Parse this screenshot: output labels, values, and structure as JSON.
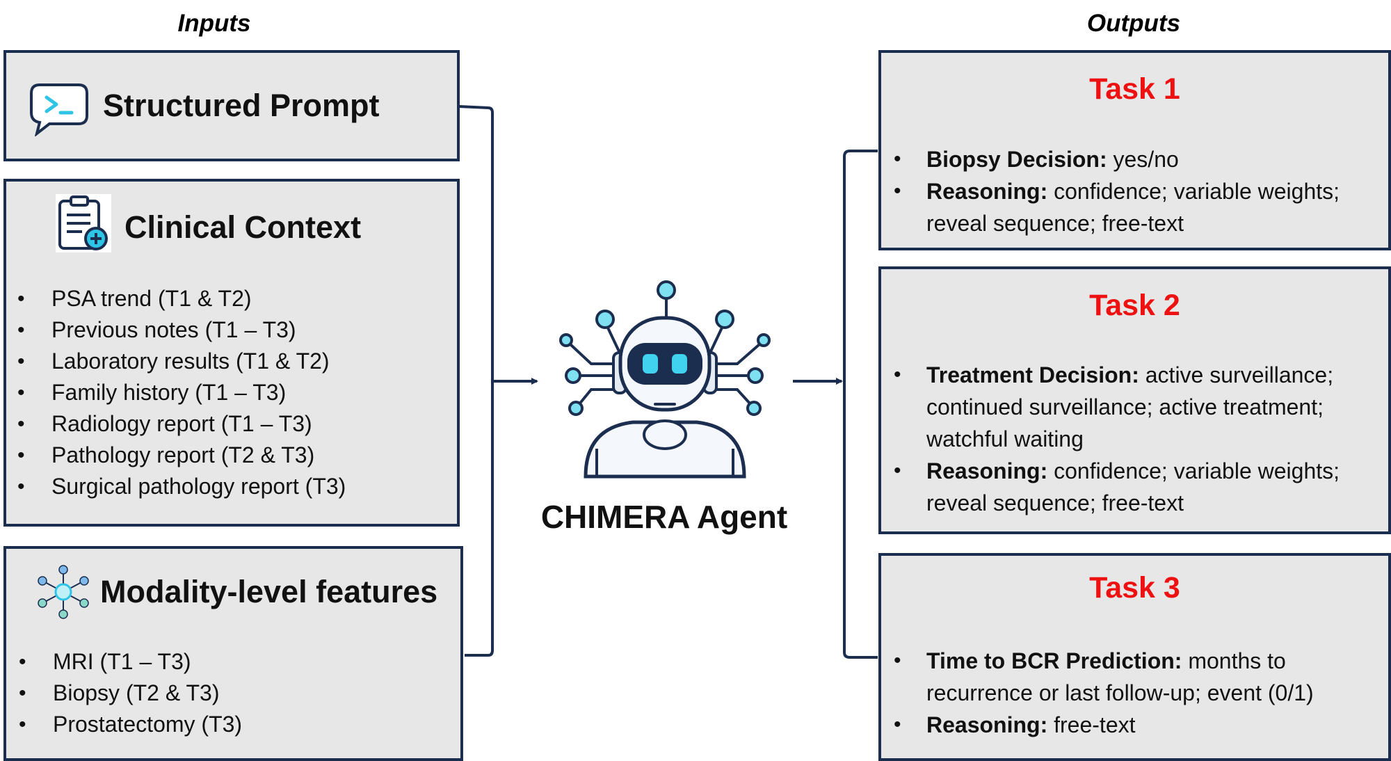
{
  "headings": {
    "inputs": "Inputs",
    "outputs": "Outputs"
  },
  "inputs": {
    "structured_prompt": {
      "title": "Structured Prompt",
      "icon": "terminal-chat-icon"
    },
    "clinical_context": {
      "title": "Clinical Context",
      "icon": "clipboard-medical-icon",
      "items": [
        "PSA trend (T1 & T2)",
        "Previous notes (T1 – T3)",
        "Laboratory results (T1 & T2)",
        "Family history (T1 – T3)",
        "Radiology report (T1 – T3)",
        "Pathology report (T2 & T3)",
        "Surgical pathology report (T3)"
      ]
    },
    "modality_features": {
      "title": "Modality-level features",
      "icon": "network-nodes-icon",
      "items": [
        "MRI (T1 – T3)",
        "Biopsy (T2 & T3)",
        "Prostatectomy (T3)"
      ]
    }
  },
  "agent": {
    "label": "CHIMERA Agent",
    "icon": "robot-icon"
  },
  "outputs": {
    "tasks": [
      {
        "title": "Task 1",
        "items": [
          {
            "label": "Biopsy Decision:",
            "text": " yes/no"
          },
          {
            "label": "Reasoning:",
            "text": " confidence; variable weights; reveal sequence; free-text"
          }
        ]
      },
      {
        "title": "Task 2",
        "items": [
          {
            "label": "Treatment Decision:",
            "text": " active surveillance; continued surveillance; active treatment; watchful waiting"
          },
          {
            "label": "Reasoning:",
            "text": " confidence; variable weights; reveal sequence; free-text"
          }
        ]
      },
      {
        "title": "Task 3",
        "items": [
          {
            "label": "Time to BCR Prediction:",
            "text": " months to recurrence or last follow-up; event (0/1)"
          },
          {
            "label": "Reasoning:",
            "text": " free-text"
          }
        ]
      }
    ]
  },
  "colors": {
    "border": "#1b2e4f",
    "box_fill": "#e7e7e7",
    "task_title": "#ee1111",
    "accent": "#2ec4e6"
  }
}
